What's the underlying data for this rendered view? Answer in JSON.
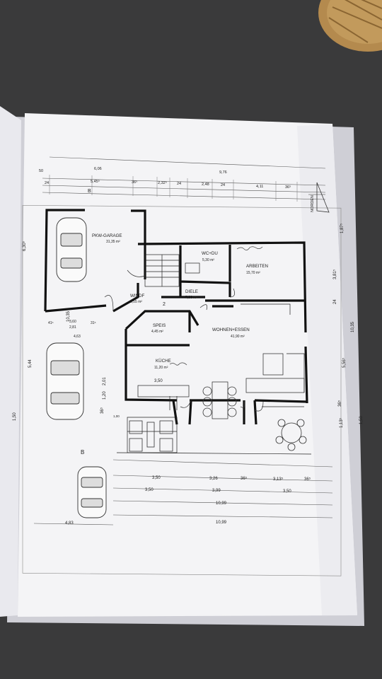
{
  "compass": {
    "label": "NORDEN"
  },
  "rooms": [
    {
      "id": "garage",
      "name": "PKW-GARAGE",
      "area": "31,35 m²"
    },
    {
      "id": "wc",
      "name": "WC+DU",
      "area": "5,30 m²"
    },
    {
      "id": "arbeiten",
      "name": "ARBEITEN",
      "area": "15,70 m²"
    },
    {
      "id": "windf",
      "name": "WINDF",
      "area": "5,55 m²"
    },
    {
      "id": "diele",
      "name": "DIELE",
      "area": "7,00 m²"
    },
    {
      "id": "speis",
      "name": "SPEIS",
      "area": "4,45 m²"
    },
    {
      "id": "wohnen",
      "name": "WOHNEN+ESSEN",
      "area": "41,90 m²"
    },
    {
      "id": "kueche",
      "name": "KÜCHE",
      "area": "11,20 m²"
    }
  ],
  "labels": {
    "door_number": "2",
    "section_b_top": "B",
    "section_b_bottom": "B",
    "dim_350_kitchen": "3,50",
    "dim_100": "1,00",
    "dim_201": "2,01",
    "dim_120": "1,20"
  },
  "dimensions": {
    "top": [
      "50",
      "6,06",
      "9,76",
      "24",
      "5,45⁵",
      "36⁵",
      "2,32⁵",
      "24",
      "2,48",
      "24",
      "4,11",
      "36⁵"
    ],
    "bottom_row1": [
      "3,50",
      "3,26",
      "36⁵",
      "3,13⁵",
      "36⁵"
    ],
    "bottom_row2": [
      "3,50",
      "3,99",
      "3,50"
    ],
    "bottom_total1": "10,99",
    "bottom_total2": "10,99",
    "left_total": "4,83",
    "left_side": [
      "6,30⁵",
      "10,35",
      "5,44",
      "1,50",
      "36⁵"
    ],
    "right_side": [
      "1,87⁵",
      "3,81⁵",
      "24",
      "5,56⁵",
      "10,35",
      "1,13⁵",
      "36⁵",
      "1,50"
    ],
    "left_small": [
      "4,63",
      "41⁵",
      "31⁵",
      "3,60",
      "2,81"
    ]
  }
}
